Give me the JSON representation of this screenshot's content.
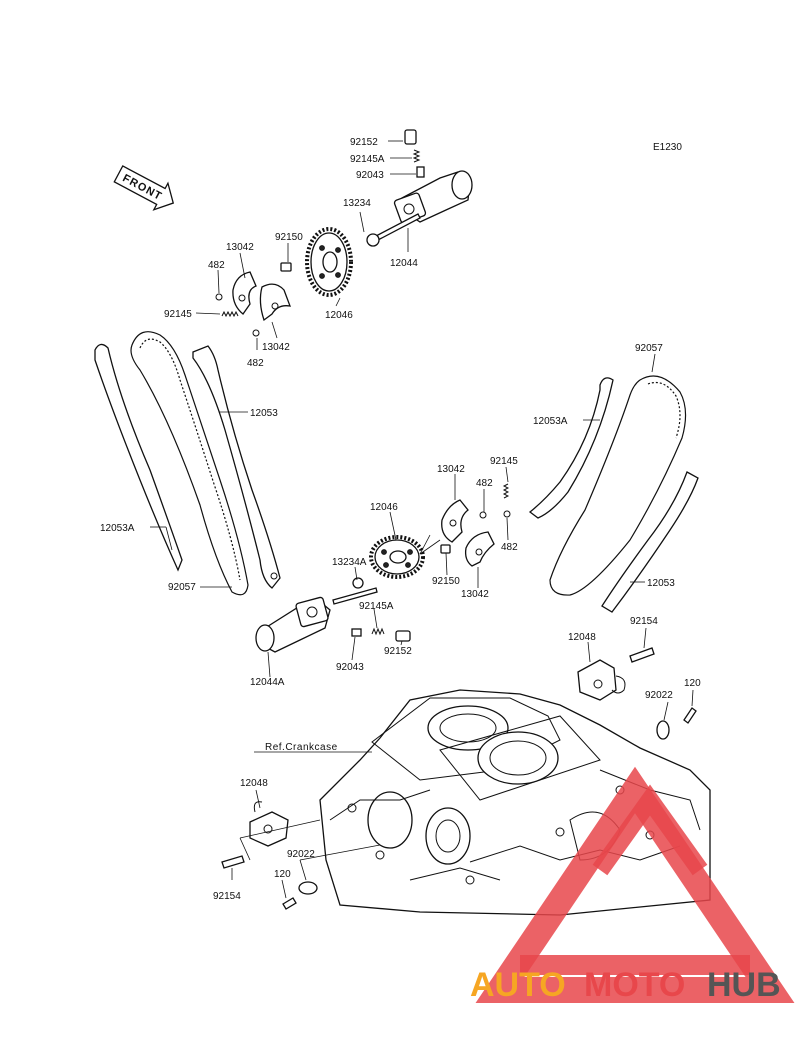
{
  "diagram": {
    "code": "E1230",
    "front_label": "FRONT",
    "ref_label": "Ref.Crankcase",
    "labels": {
      "p92152_top": "92152",
      "p92145A_top": "92145A",
      "p92043_top": "92043",
      "p13234": "13234",
      "p12044": "12044",
      "p13042_tl": "13042",
      "p92150_top": "92150",
      "p482_tl": "482",
      "p92145_left": "92145",
      "p12046_top": "12046",
      "p13042_bl": "13042",
      "p482_bl": "482",
      "p12053_left": "12053",
      "p12053A_left": "12053A",
      "p92057_left": "92057",
      "p92057_right": "92057",
      "p12053A_right": "12053A",
      "p12053_right": "12053",
      "p13042_mid": "13042",
      "p92145_mid": "92145",
      "p482_mid_top": "482",
      "p482_mid_bot": "482",
      "p12046_mid": "12046",
      "p13234A": "13234A",
      "p92150_mid": "92150",
      "p13042_mid_bot": "13042",
      "p92145A_mid": "92145A",
      "p12044A": "12044A",
      "p92043_mid": "92043",
      "p92152_mid": "92152",
      "p12048_right": "12048",
      "p92154_right": "92154",
      "p92022_right": "92022",
      "p120_right": "120",
      "p12048_left": "12048",
      "p92022_left": "92022",
      "p120_left": "120",
      "p92154_left": "92154"
    }
  },
  "watermark": {
    "part1": "AUTO",
    "part2": "MOTO",
    "part3": "HUB",
    "colors": {
      "orange": "#f6a623",
      "red": "#e8474b",
      "gray": "#555555"
    }
  }
}
